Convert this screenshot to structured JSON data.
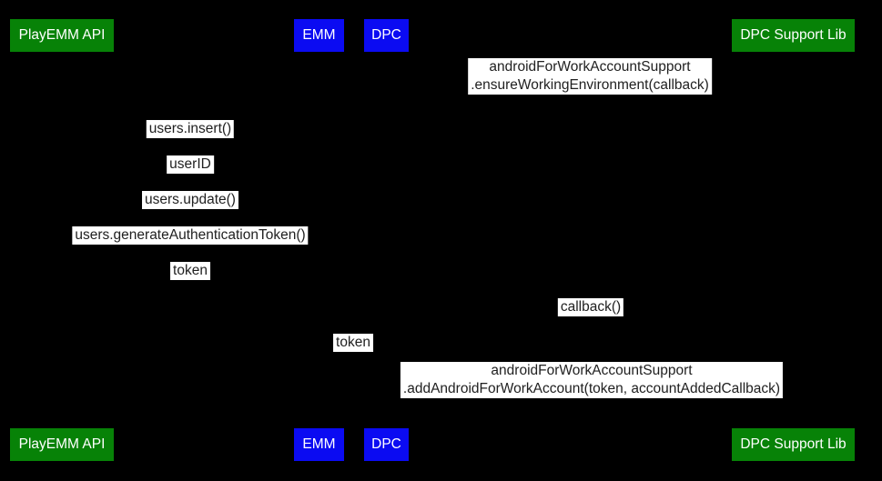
{
  "diagram": {
    "type": "uml-sequence-diagram",
    "colors": {
      "background": "#000000",
      "actor_green": "#078207",
      "actor_blue": "#0b0bf2",
      "actor_text": "#ffffff",
      "message_background": "#ffffff",
      "message_text": "#212121"
    },
    "actors": [
      {
        "label": "PlayEMM API",
        "color": "#078207"
      },
      {
        "label": "EMM",
        "color": "#0b0bf2"
      },
      {
        "label": "DPC",
        "color": "#0b0bf2"
      },
      {
        "label": "DPC Support Lib",
        "color": "#078207"
      }
    ],
    "messages": [
      {
        "lines": [
          "androidForWorkAccountSupport",
          ".ensureWorkingEnvironment(callback)"
        ]
      },
      {
        "lines": [
          "users.insert()"
        ]
      },
      {
        "lines": [
          "userID"
        ]
      },
      {
        "lines": [
          "users.update()"
        ]
      },
      {
        "lines": [
          "users.generateAuthenticationToken()"
        ]
      },
      {
        "lines": [
          "token"
        ]
      },
      {
        "lines": [
          "callback()"
        ]
      },
      {
        "lines": [
          "token"
        ]
      },
      {
        "lines": [
          "androidForWorkAccountSupport",
          ".addAndroidForWorkAccount(token, accountAddedCallback)"
        ]
      }
    ]
  }
}
